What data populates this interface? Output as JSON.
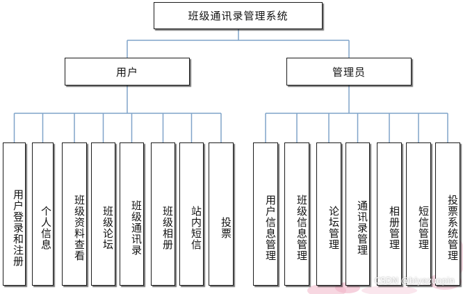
{
  "root": {
    "label": "班级通讯录管理系统"
  },
  "branches": [
    {
      "label": "用户",
      "items": [
        "用户登录和注册",
        "个人信息",
        "班级资料查看",
        "班级论坛",
        "班级通讯录",
        "班级相册",
        "站内短信",
        "投票"
      ]
    },
    {
      "label": "管理员",
      "items": [
        "用户信息管理",
        "班级信息管理",
        "论坛管理",
        "通讯录管理",
        "相册管理",
        "短信管理",
        "投票系统管理"
      ]
    }
  ],
  "watermark": "CSDN @biyezuopin",
  "colors": {
    "connector": "#7fa3c9",
    "border": "#1a1a1a"
  }
}
